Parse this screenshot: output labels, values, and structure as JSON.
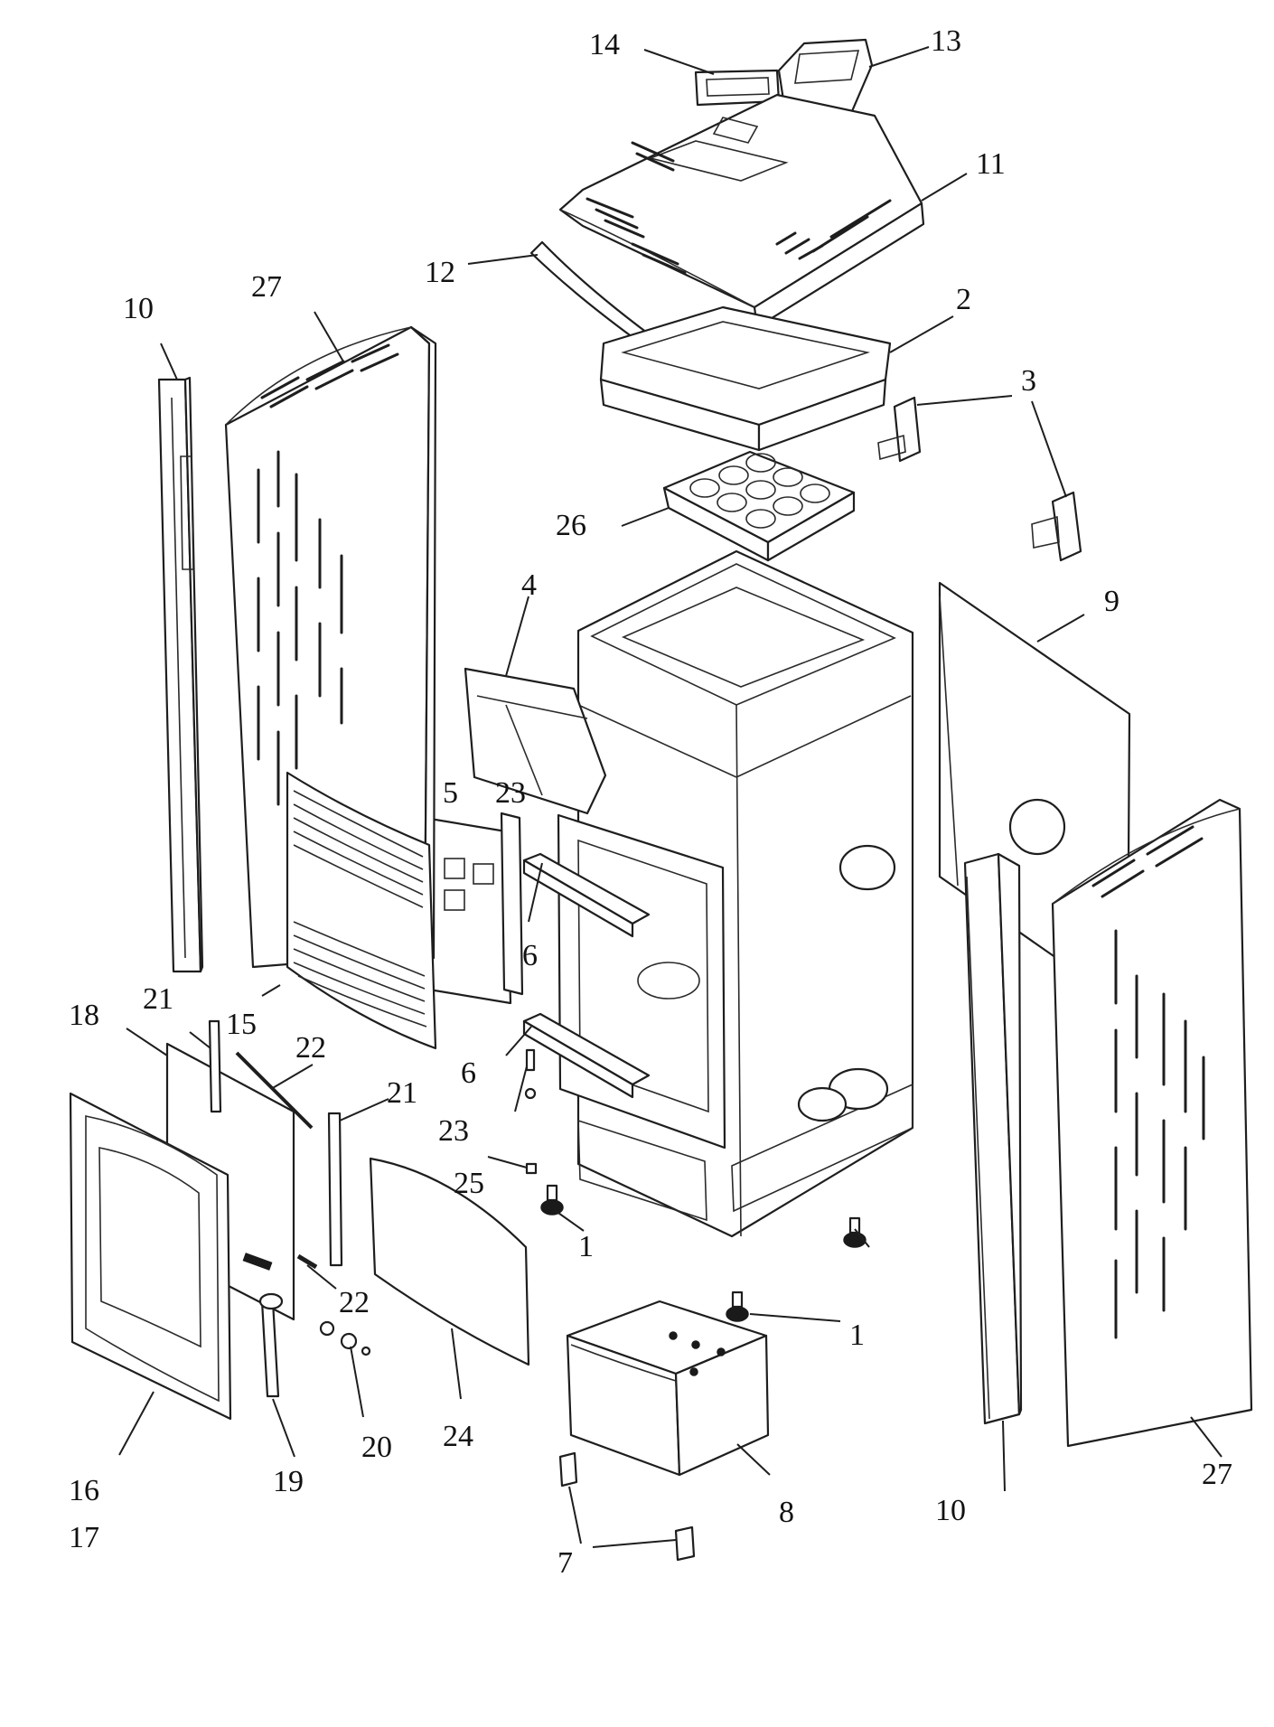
{
  "diagram": {
    "callouts": {
      "c1a": "1",
      "c1b": "1",
      "c2": "2",
      "c3": "3",
      "c4": "4",
      "c5": "5",
      "c6a": "6",
      "c6b": "6",
      "c7": "7",
      "c8": "8",
      "c9": "9",
      "c10a": "10",
      "c10b": "10",
      "c11": "11",
      "c12": "12",
      "c13": "13",
      "c14": "14",
      "c15": "15",
      "c16": "16",
      "c17": "17",
      "c18": "18",
      "c19": "19",
      "c20": "20",
      "c21a": "21",
      "c21b": "21",
      "c22a": "22",
      "c22b": "22",
      "c23a": "23",
      "c23b": "23",
      "c24": "24",
      "c25": "25",
      "c26": "26",
      "c27a": "27",
      "c27b": "27"
    }
  }
}
